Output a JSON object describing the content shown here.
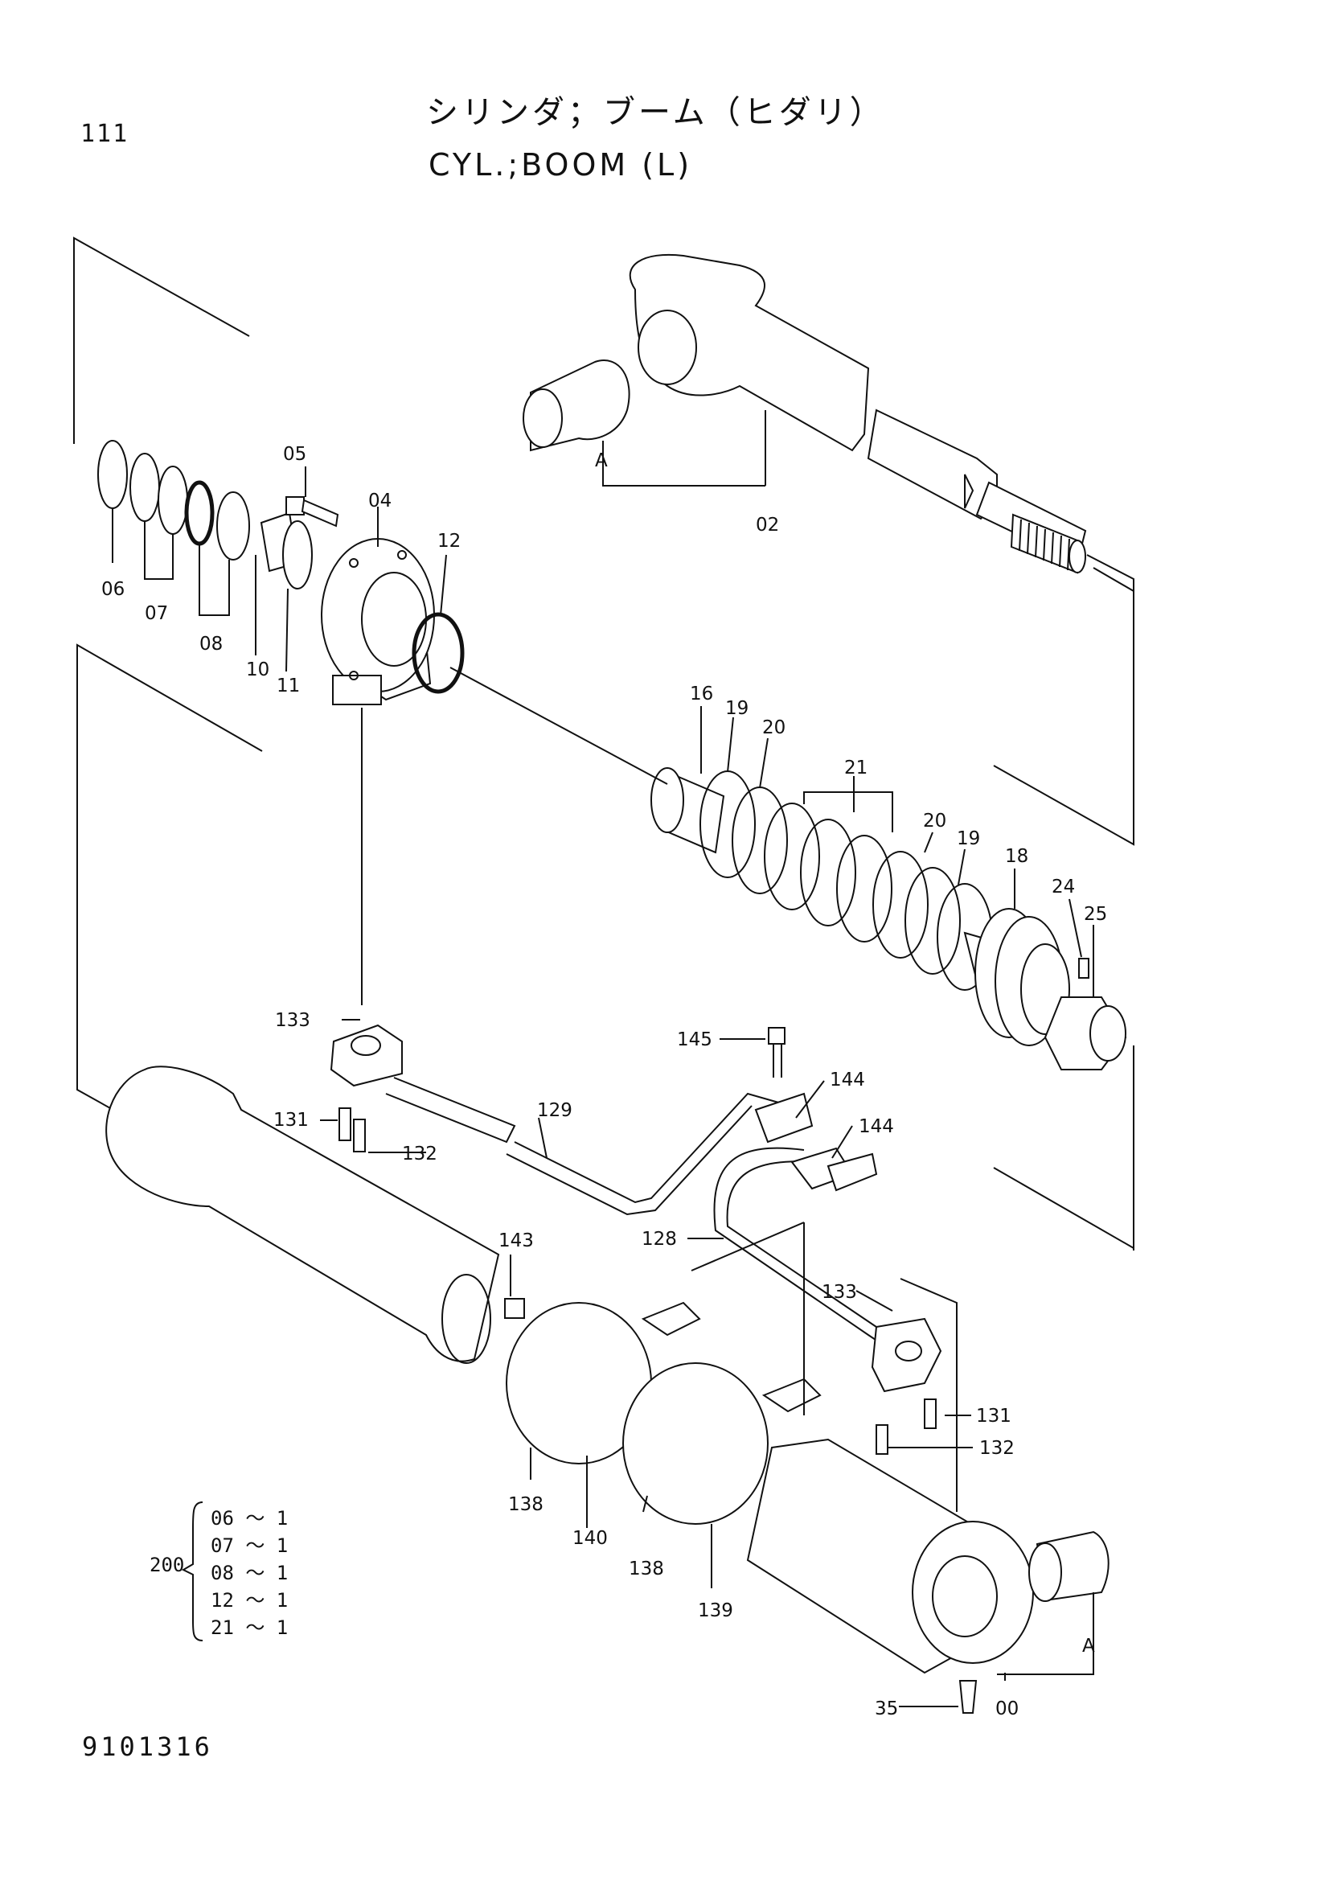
{
  "header": {
    "page_number": "111",
    "title_jp": "シリンダ；ブーム（ヒダリ）",
    "title_en": "CYL.;BOOM (L)"
  },
  "footer": {
    "drawing_number": "9101316"
  },
  "callouts": {
    "p00": "00",
    "p02": "02",
    "p04": "04",
    "p05": "05",
    "p06": "06",
    "p07": "07",
    "p08": "08",
    "p10": "10",
    "p11": "11",
    "p12": "12",
    "p16": "16",
    "p18": "18",
    "p19a": "19",
    "p19b": "19",
    "p20a": "20",
    "p20b": "20",
    "p21": "21",
    "p24": "24",
    "p25": "25",
    "p35": "35",
    "p128": "128",
    "p129": "129",
    "p131a": "131",
    "p131b": "131",
    "p132a": "132",
    "p132b": "132",
    "p133a": "133",
    "p133b": "133",
    "p138a": "138",
    "p138b": "138",
    "p139": "139",
    "p140": "140",
    "p143": "143",
    "p144a": "144",
    "p144b": "144",
    "p145": "145",
    "refA1": "A",
    "refA2": "A"
  },
  "kit": {
    "number": "200",
    "items": [
      "06 ～ 1",
      "07 ～ 1",
      "08 ～ 1",
      "12 ～ 1",
      "21 ～ 1"
    ]
  }
}
